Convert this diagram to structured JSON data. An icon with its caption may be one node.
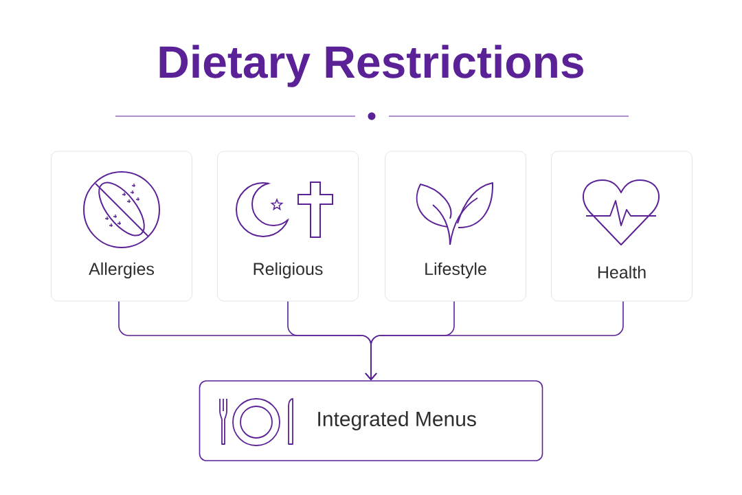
{
  "diagram": {
    "title": "Dietary Restrictions",
    "nodes": [
      {
        "text": [
          "Allergies"
        ]
      },
      {
        "text": [
          "Religious"
        ]
      },
      {
        "text": [
          "Lifestyle"
        ]
      },
      {
        "text": [
          "Health"
        ]
      },
      {
        "text": [
          "Integrated Menus"
        ]
      }
    ],
    "edges": [
      {
        "from": 0,
        "to": 4,
        "arrow": "to"
      },
      {
        "from": 1,
        "to": 4,
        "arrow": "to"
      },
      {
        "from": 2,
        "to": 4,
        "arrow": "to"
      },
      {
        "from": 3,
        "to": 4,
        "arrow": "to"
      }
    ]
  }
}
